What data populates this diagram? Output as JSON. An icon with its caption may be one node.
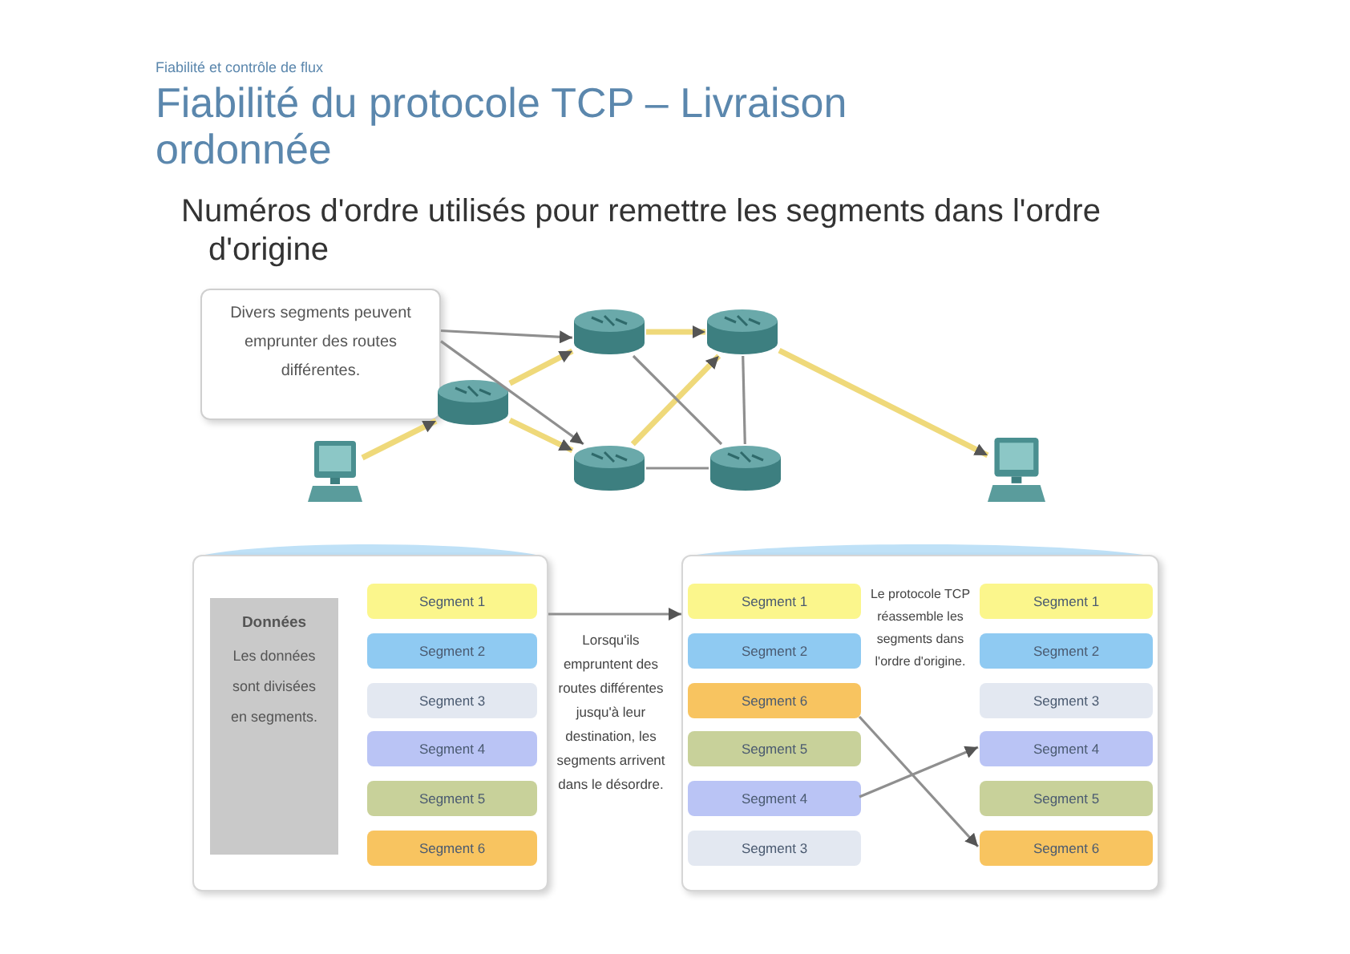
{
  "diagram": {
    "title": "Fiabilité du protocole TCP – Livraison ordonnée",
    "nodes": [
      {
        "text": [
          "Divers segments peuvent emprunter des routes différentes."
        ]
      },
      {
        "text": [],
        "shape": "picture"
      },
      {
        "text": [],
        "shape": "cylinder"
      },
      {
        "text": [],
        "shape": "cylinder"
      },
      {
        "text": [],
        "shape": "cylinder"
      },
      {
        "text": [],
        "shape": "cylinder"
      },
      {
        "text": [],
        "shape": "cylinder"
      },
      {
        "text": [],
        "shape": "picture"
      },
      {
        "text": [],
        "shape": "box"
      },
      {
        "text": [
          "Données",
          "Les données sont divisées en segments."
        ],
        "in": 8
      },
      {
        "text": [
          "Segment 1"
        ],
        "in": 8
      },
      {
        "text": [
          "Segment 2"
        ],
        "in": 8
      },
      {
        "text": [
          "Segment 3"
        ],
        "in": 8
      },
      {
        "text": [
          "Segment 4"
        ],
        "in": 8
      },
      {
        "text": [
          "Segment 5"
        ],
        "in": 8
      },
      {
        "text": [
          "Segment 6"
        ],
        "in": 8
      },
      {
        "text": [],
        "shape": "box"
      },
      {
        "text": [
          "Segment 1"
        ],
        "in": 16
      },
      {
        "text": [
          "Segment 2"
        ],
        "in": 16
      },
      {
        "text": [
          "Segment 6"
        ],
        "in": 16
      },
      {
        "text": [
          "Segment 5"
        ],
        "in": 16
      },
      {
        "text": [
          "Segment 4"
        ],
        "in": 16
      },
      {
        "text": [
          "Segment 3"
        ],
        "in": 16
      },
      {
        "text": [
          "Segment 1"
        ],
        "in": 16
      },
      {
        "text": [
          "Segment 2"
        ],
        "in": 16
      },
      {
        "text": [
          "Segment 3"
        ],
        "in": 16
      },
      {
        "text": [
          "Segment 4"
        ],
        "in": 16
      },
      {
        "text": [
          "Segment 5"
        ],
        "in": 16
      },
      {
        "text": [
          "Segment 6"
        ],
        "in": 16
      }
    ],
    "edges": [
      {
        "from": 1,
        "to": 2,
        "arrow": "to",
        "style": "thick",
        "color": "#efd97a"
      },
      {
        "from": 2,
        "to": 3,
        "arrow": "to",
        "style": "thick",
        "color": "#efd97a"
      },
      {
        "from": 2,
        "to": 5,
        "arrow": "to",
        "style": "thick",
        "color": "#efd97a"
      },
      {
        "from": 3,
        "to": 4,
        "arrow": "to",
        "style": "thick",
        "color": "#efd97a"
      },
      {
        "from": 5,
        "to": 4,
        "arrow": "to",
        "style": "thick",
        "color": "#efd97a"
      },
      {
        "from": 4,
        "to": 7,
        "arrow": "to",
        "style": "thick",
        "color": "#efd97a"
      },
      {
        "from": 3,
        "to": 6,
        "arrow": "none"
      },
      {
        "from": 4,
        "to": 6,
        "arrow": "none"
      },
      {
        "from": 5,
        "to": 6,
        "arrow": "none"
      },
      {
        "from": 0,
        "to": 3,
        "arrow": "to"
      },
      {
        "from": 0,
        "to": 5,
        "arrow": "to"
      },
      {
        "from": 8,
        "to": 16,
        "arrow": "to"
      },
      {
        "from": 19,
        "to": 28,
        "arrow": "to"
      },
      {
        "from": 21,
        "to": 26,
        "arrow": "to"
      }
    ],
    "labels": [
      "Fiabilité et contrôle de flux",
      "Numéros d'ordre utilisés pour remettre les segments dans l'ordre d'origine",
      "Lorsqu'ils empruntent des routes différentes jusqu'à leur destination, les segments arrivent dans le désordre.",
      "Le protocole TCP réassemble les segments dans l'ordre d'origine."
    ]
  }
}
